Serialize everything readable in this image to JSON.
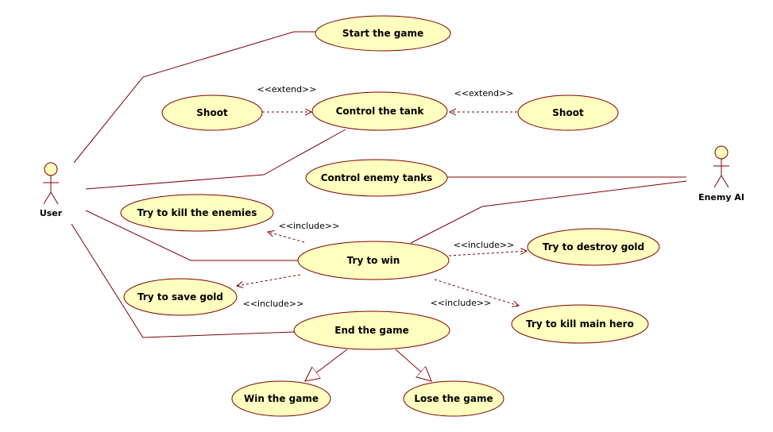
{
  "actors": {
    "user": "User",
    "enemy_ai": "Enemy AI"
  },
  "use_cases": {
    "start_game": "Start the game",
    "shoot_left": "Shoot",
    "control_tank": "Control the tank",
    "shoot_right": "Shoot",
    "control_enemy_tanks": "Control enemy tanks",
    "kill_enemies": "Try to kill the enemies",
    "try_to_win": "Try to win",
    "destroy_gold": "Try to destroy gold",
    "save_gold": "Try to save gold",
    "end_game": "End the game",
    "kill_main_hero": "Try to kill main hero",
    "win_game": "Win the game",
    "lose_game": "Lose the game"
  },
  "stereotypes": {
    "extend_left": "<<extend>>",
    "extend_right": "<<extend>>",
    "include_kill_enemies": "<<include>>",
    "include_destroy_gold": "<<include>>",
    "include_save_gold": "<<include>>",
    "include_kill_hero": "<<include>>"
  },
  "colors": {
    "use_case_fill": "#ffffc0",
    "line": "#800000"
  }
}
